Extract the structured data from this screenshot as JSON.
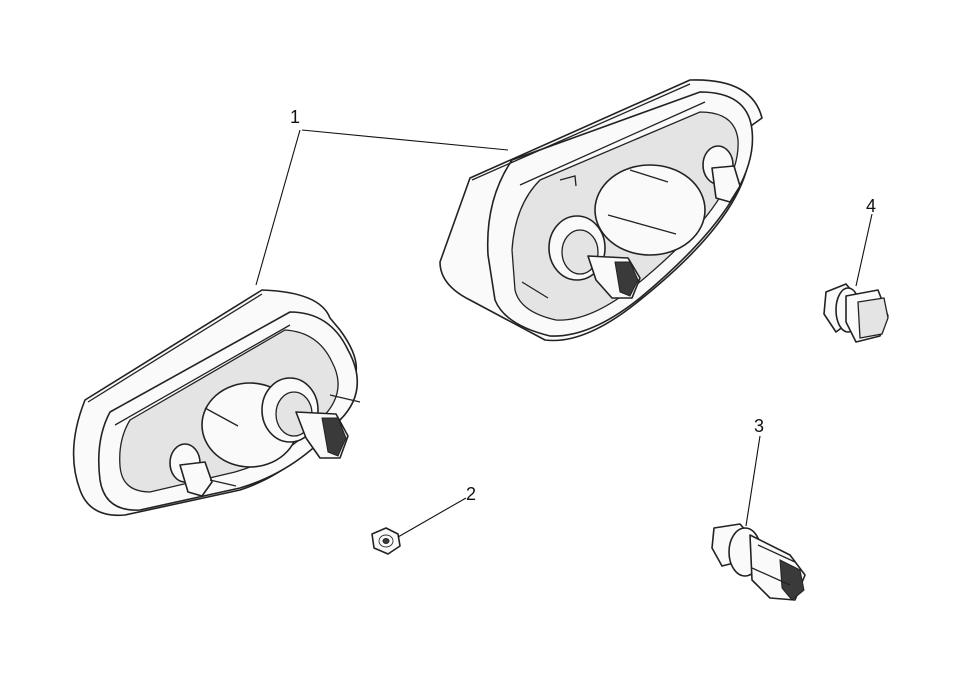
{
  "callouts": {
    "lamp_housing": "1",
    "nut": "2",
    "bulb_socket_large": "3",
    "bulb_socket_small": "4"
  },
  "colors": {
    "line": "#222222",
    "background": "#ffffff"
  }
}
